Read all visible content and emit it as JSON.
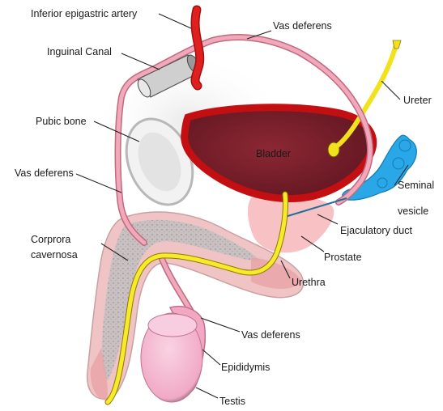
{
  "labels": {
    "inferior_epigastric_artery": "Inferior epigastric artery",
    "vas_deferens_top": "Vas deferens",
    "inguinal_canal": "Inguinal Canal",
    "ureter": "Ureter",
    "pubic_bone": "Pubic bone",
    "bladder": "Bladder",
    "vas_deferens_left": "Vas deferens",
    "seminal_vesicle_line1": "Seminal",
    "seminal_vesicle_line2": "vesicle",
    "ejaculatory_duct": "Ejaculatory duct",
    "corpora_cavernosa_line1": "Corprora",
    "corpora_cavernosa_line2": "cavernosa",
    "prostate": "Prostate",
    "urethra": "Urethra",
    "vas_deferens_bottom": "Vas deferens",
    "epididymis": "Epididymis",
    "testis": "Testis"
  },
  "colors": {
    "bladder_wall": "#c40f12",
    "bladder_fill": "#7a1f2a",
    "vas_deferens": "#e8889f",
    "ureter": "#f2e21e",
    "urethra": "#f6ea2a",
    "seminal_vesicle": "#2aa7e6",
    "prostate": "#f7b6b9",
    "artery": "#e0201e",
    "penis_skin": "#f0c8c8",
    "corpora": "#bdb4b4",
    "testis": "#f4b8d0"
  }
}
